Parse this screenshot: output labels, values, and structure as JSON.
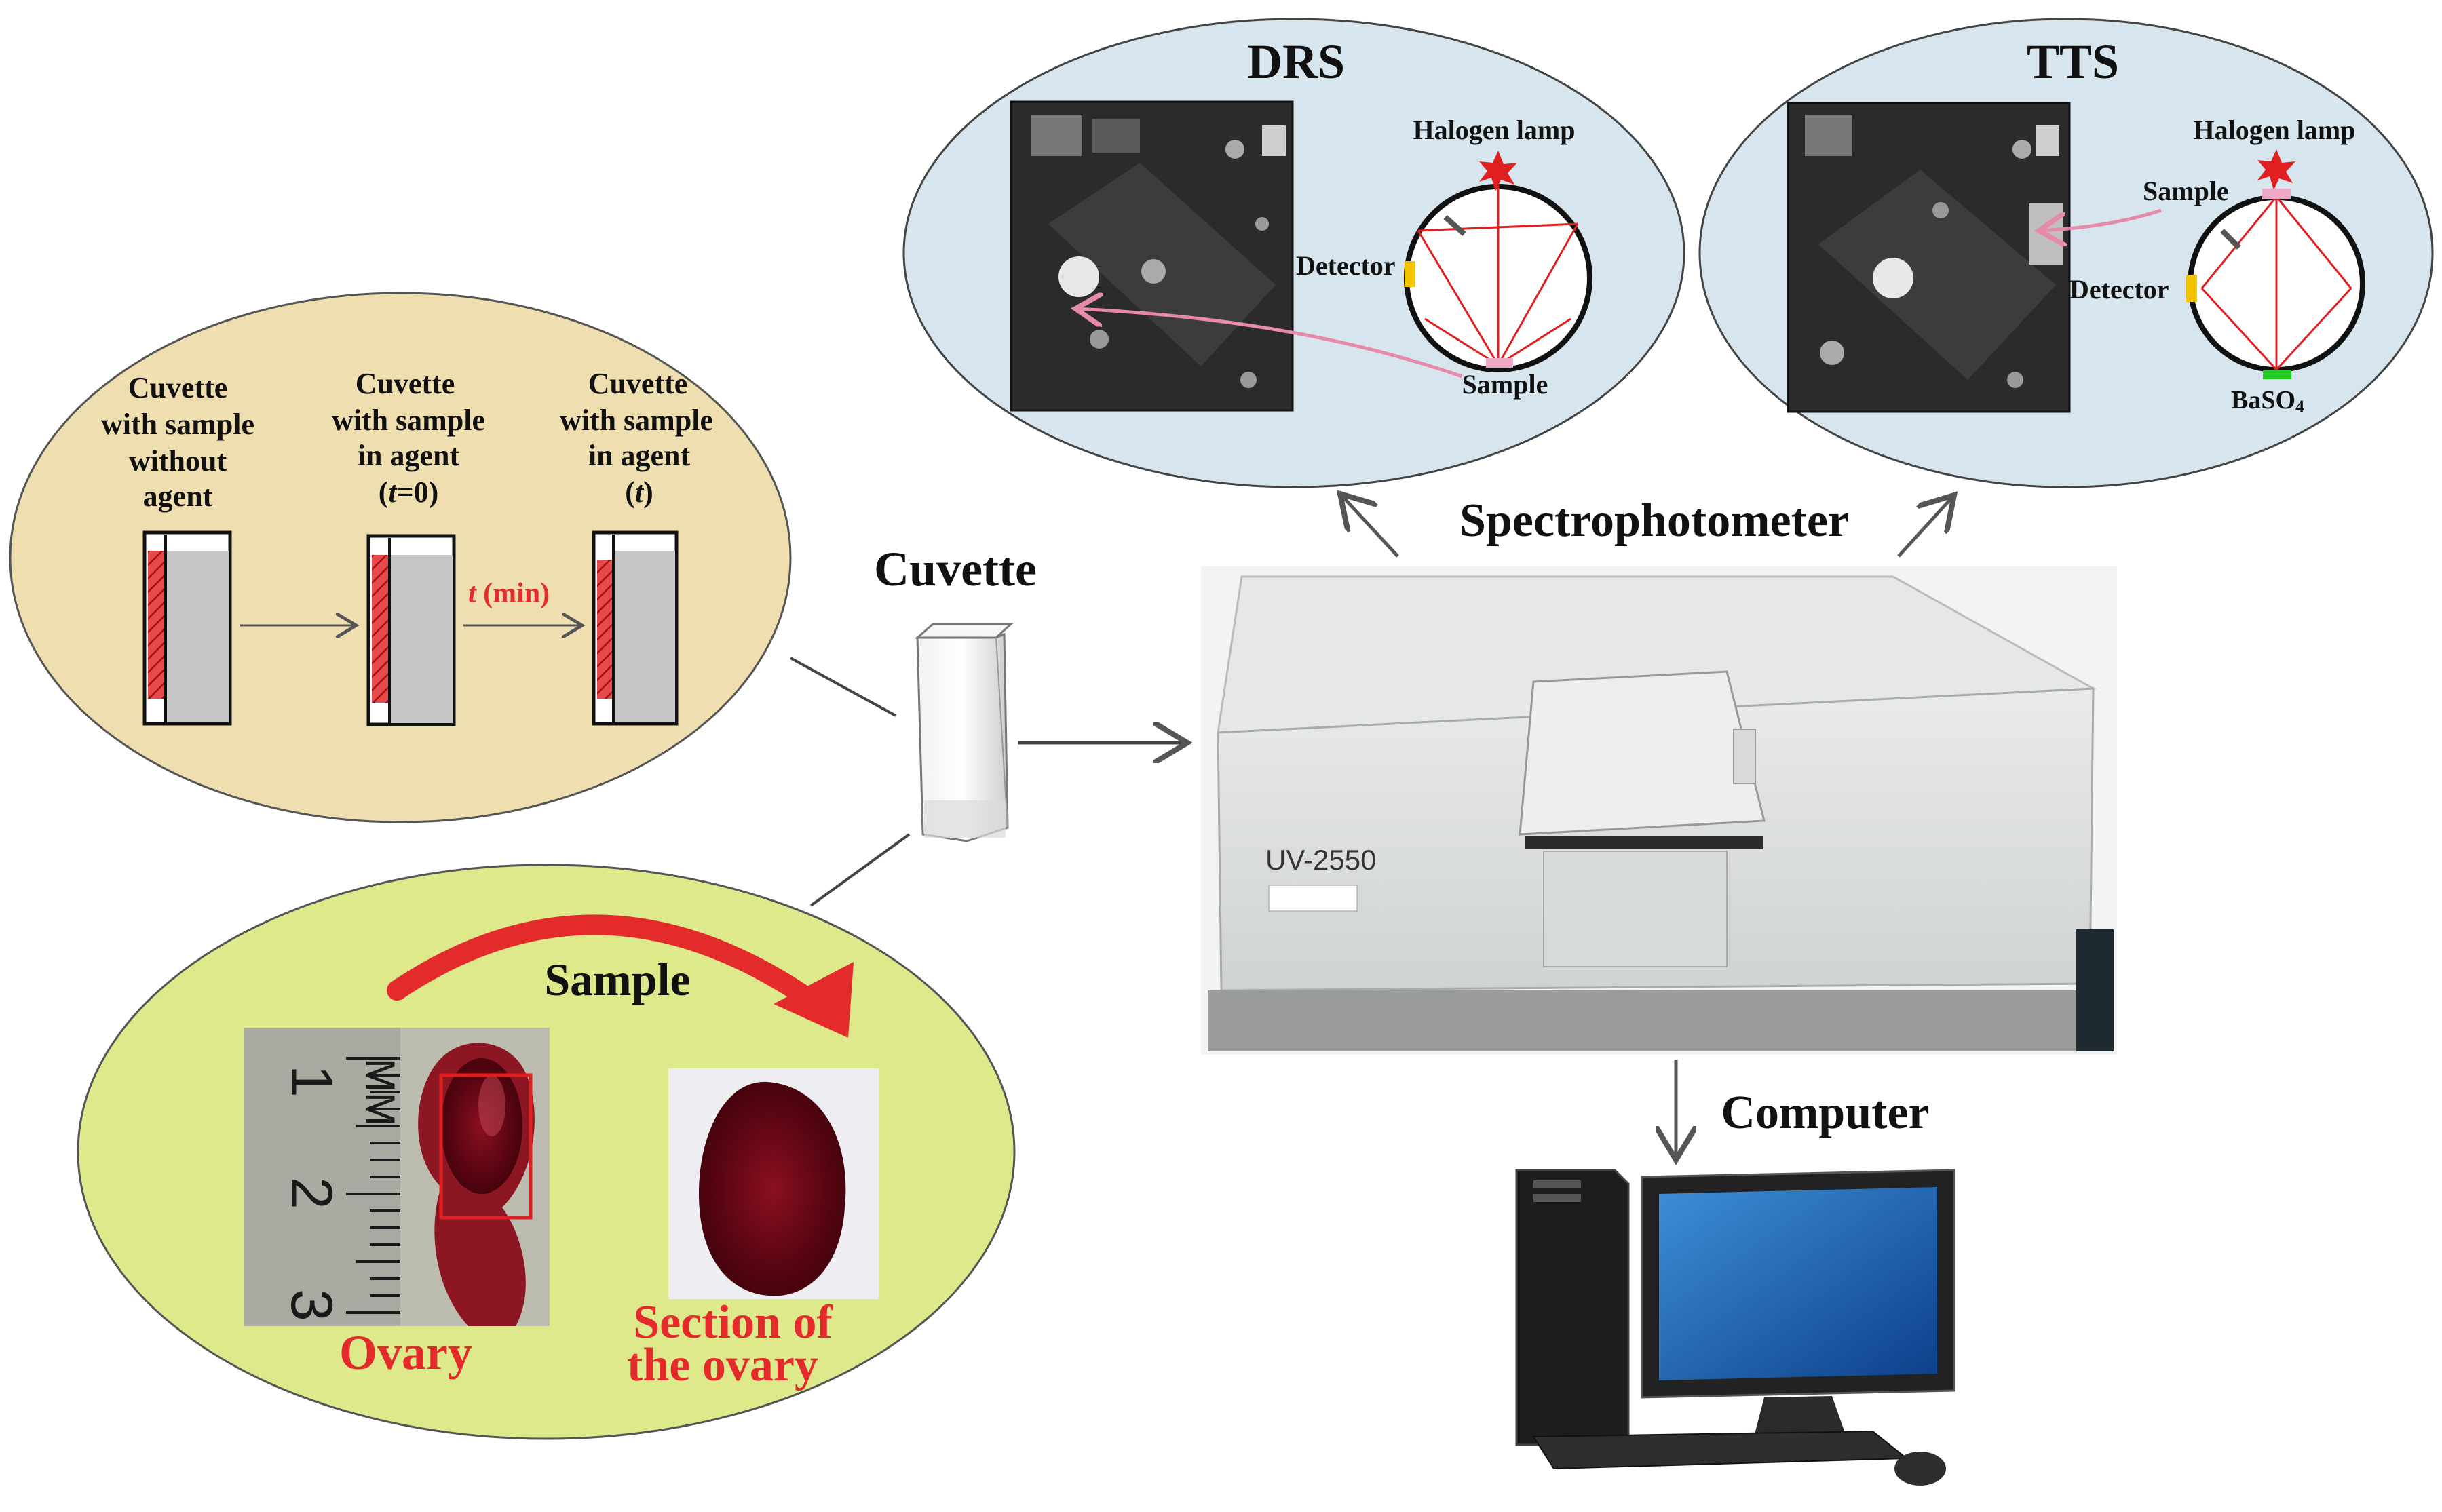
{
  "labels": {
    "cuvette": "Cuvette",
    "spectrophotometer": "Spectrophotometer",
    "computer": "Computer",
    "sample": "Sample",
    "ovary": "Ovary",
    "section_line1": "Section of",
    "section_line2": "the ovary",
    "model": "UV-2550"
  },
  "drs": {
    "title": "DRS",
    "halogen": "Halogen  lamp",
    "detector": "Detector",
    "sample": "Sample"
  },
  "tts": {
    "title": "TTS",
    "halogen": "Halogen  lamp",
    "detector": "Detector",
    "sample": "Sample",
    "baso4": "BaSO",
    "baso4_sub": "4"
  },
  "cuvette_panel": {
    "c1": [
      "Cuvette",
      "with sample",
      "without",
      "agent"
    ],
    "c2": [
      "Cuvette",
      "with sample",
      "in agent"
    ],
    "c2_time_t": "t",
    "c2_time_rest": "=0",
    "c3": [
      "Cuvette",
      "with sample",
      "in agent"
    ],
    "c3_time_t": "t",
    "arrow_t": "t",
    "arrow_unit": " (min)"
  },
  "ruler": {
    "unit": "MM",
    "n1": "1",
    "n2": "2",
    "n3": "3"
  },
  "colors": {
    "tan_ellipse": "#efdfb0",
    "green_ellipse": "#dde98a",
    "blue_ellipse": "#d7e6ee",
    "red": "#e32b2b",
    "arrow_grey": "#555555"
  }
}
